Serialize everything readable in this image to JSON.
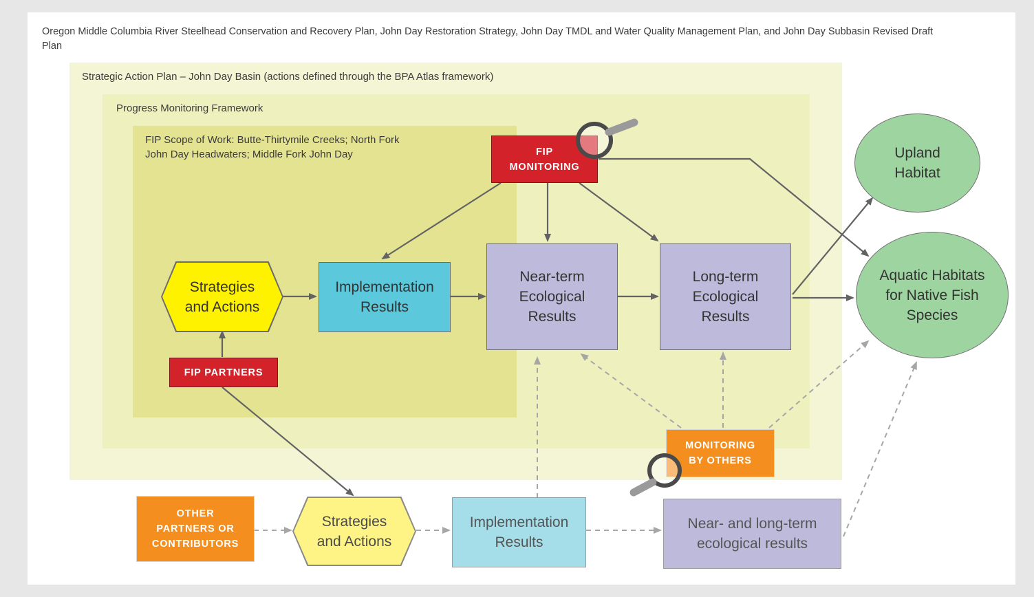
{
  "header_text": "Oregon Middle Columbia River Steelhead Conservation and Recovery Plan, John Day Restoration Strategy, John Day TMDL and Water Quality Management Plan, and John Day Subbasin Revised Draft Plan",
  "regions": {
    "strategic_action_plan": "Strategic Action Plan – John Day Basin (actions defined through the BPA Atlas framework)",
    "progress_monitoring": "Progress Monitoring Framework",
    "fip_scope": "FIP Scope of Work: Butte-Thirtymile Creeks; North Fork John Day Headwaters; Middle Fork John Day"
  },
  "nodes": {
    "fip_monitoring": "FIP MONITORING",
    "strategies_actions": "Strategies and Actions",
    "implementation_results": "Implementation Results",
    "near_term": "Near-term Ecological Results",
    "long_term": "Long-term Ecological Results",
    "fip_partners": "FIP PARTNERS",
    "upland_habitat": "Upland Habitat",
    "aquatic_habitats": "Aquatic Habitats for Native Fish Species",
    "monitoring_by_others": "MONITORING BY OTHERS",
    "other_partners": "OTHER PARTNERS OR CONTRIBUTORS",
    "strategies_actions_2": "Strategies and Actions",
    "implementation_results_2": "Implementation Results",
    "near_long_term": "Near- and long-term ecological results"
  },
  "colors": {
    "red_tag": "#d3222a",
    "orange_tag": "#f48e1f",
    "hexagon_yellow": "#fff200",
    "hexagon_light": "#fef486",
    "teal_box": "#5bc8dc",
    "teal_light": "#a5dde8",
    "lavender_box": "#bebadb",
    "oval_green": "#9ed49f"
  },
  "icons": [
    "magnifier-icon",
    "magnifier-icon"
  ]
}
